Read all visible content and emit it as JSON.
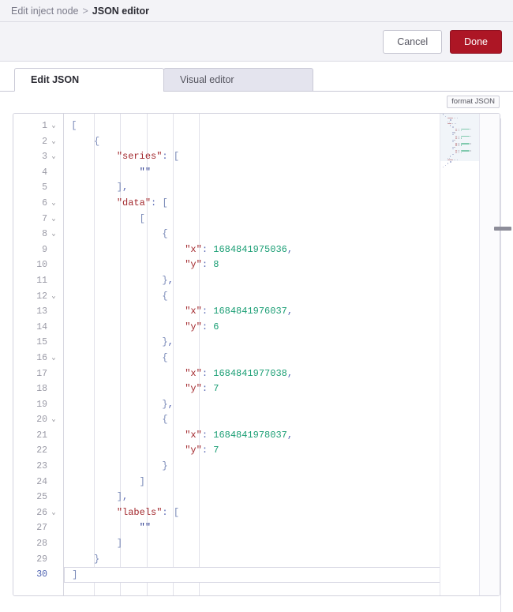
{
  "breadcrumb": {
    "parent": "Edit inject node",
    "separator": ">",
    "current": "JSON editor"
  },
  "buttons": {
    "cancel_label": "Cancel",
    "done_label": "Done",
    "done_color": "#AD1625"
  },
  "tabs": [
    {
      "label": "Edit JSON",
      "active": true
    },
    {
      "label": "Visual editor",
      "active": false
    }
  ],
  "toolbar": {
    "format_label": "format JSON"
  },
  "editor": {
    "active_line": 30,
    "total_lines": 30,
    "fold_lines": [
      1,
      2,
      3,
      6,
      7,
      8,
      12,
      16,
      20,
      26
    ],
    "fold_glyph": "⌄",
    "lines": [
      {
        "n": 1,
        "indent": 0,
        "tokens": [
          {
            "t": "brace",
            "v": "["
          }
        ]
      },
      {
        "n": 2,
        "indent": 1,
        "tokens": [
          {
            "t": "brace",
            "v": "{"
          }
        ]
      },
      {
        "n": 3,
        "indent": 2,
        "tokens": [
          {
            "t": "key",
            "v": "\"series\""
          },
          {
            "t": "punct",
            "v": ":"
          },
          {
            "t": "plain",
            "v": " "
          },
          {
            "t": "brace",
            "v": "["
          }
        ]
      },
      {
        "n": 4,
        "indent": 3,
        "tokens": [
          {
            "t": "str",
            "v": "\"\""
          }
        ]
      },
      {
        "n": 5,
        "indent": 2,
        "tokens": [
          {
            "t": "brace",
            "v": "]"
          },
          {
            "t": "punct",
            "v": ","
          }
        ]
      },
      {
        "n": 6,
        "indent": 2,
        "tokens": [
          {
            "t": "key",
            "v": "\"data\""
          },
          {
            "t": "punct",
            "v": ":"
          },
          {
            "t": "plain",
            "v": " "
          },
          {
            "t": "brace",
            "v": "["
          }
        ]
      },
      {
        "n": 7,
        "indent": 3,
        "tokens": [
          {
            "t": "brace",
            "v": "["
          }
        ]
      },
      {
        "n": 8,
        "indent": 4,
        "tokens": [
          {
            "t": "brace",
            "v": "{"
          }
        ]
      },
      {
        "n": 9,
        "indent": 5,
        "tokens": [
          {
            "t": "key",
            "v": "\"x\""
          },
          {
            "t": "punct",
            "v": ":"
          },
          {
            "t": "plain",
            "v": " "
          },
          {
            "t": "num",
            "v": "1684841975036"
          },
          {
            "t": "punct",
            "v": ","
          }
        ]
      },
      {
        "n": 10,
        "indent": 5,
        "tokens": [
          {
            "t": "key",
            "v": "\"y\""
          },
          {
            "t": "punct",
            "v": ":"
          },
          {
            "t": "plain",
            "v": " "
          },
          {
            "t": "num",
            "v": "8"
          }
        ]
      },
      {
        "n": 11,
        "indent": 4,
        "tokens": [
          {
            "t": "brace",
            "v": "}"
          },
          {
            "t": "punct",
            "v": ","
          }
        ]
      },
      {
        "n": 12,
        "indent": 4,
        "tokens": [
          {
            "t": "brace",
            "v": "{"
          }
        ]
      },
      {
        "n": 13,
        "indent": 5,
        "tokens": [
          {
            "t": "key",
            "v": "\"x\""
          },
          {
            "t": "punct",
            "v": ":"
          },
          {
            "t": "plain",
            "v": " "
          },
          {
            "t": "num",
            "v": "1684841976037"
          },
          {
            "t": "punct",
            "v": ","
          }
        ]
      },
      {
        "n": 14,
        "indent": 5,
        "tokens": [
          {
            "t": "key",
            "v": "\"y\""
          },
          {
            "t": "punct",
            "v": ":"
          },
          {
            "t": "plain",
            "v": " "
          },
          {
            "t": "num",
            "v": "6"
          }
        ]
      },
      {
        "n": 15,
        "indent": 4,
        "tokens": [
          {
            "t": "brace",
            "v": "}"
          },
          {
            "t": "punct",
            "v": ","
          }
        ]
      },
      {
        "n": 16,
        "indent": 4,
        "tokens": [
          {
            "t": "brace",
            "v": "{"
          }
        ]
      },
      {
        "n": 17,
        "indent": 5,
        "tokens": [
          {
            "t": "key",
            "v": "\"x\""
          },
          {
            "t": "punct",
            "v": ":"
          },
          {
            "t": "plain",
            "v": " "
          },
          {
            "t": "num",
            "v": "1684841977038"
          },
          {
            "t": "punct",
            "v": ","
          }
        ]
      },
      {
        "n": 18,
        "indent": 5,
        "tokens": [
          {
            "t": "key",
            "v": "\"y\""
          },
          {
            "t": "punct",
            "v": ":"
          },
          {
            "t": "plain",
            "v": " "
          },
          {
            "t": "num",
            "v": "7"
          }
        ]
      },
      {
        "n": 19,
        "indent": 4,
        "tokens": [
          {
            "t": "brace",
            "v": "}"
          },
          {
            "t": "punct",
            "v": ","
          }
        ]
      },
      {
        "n": 20,
        "indent": 4,
        "tokens": [
          {
            "t": "brace",
            "v": "{"
          }
        ]
      },
      {
        "n": 21,
        "indent": 5,
        "tokens": [
          {
            "t": "key",
            "v": "\"x\""
          },
          {
            "t": "punct",
            "v": ":"
          },
          {
            "t": "plain",
            "v": " "
          },
          {
            "t": "num",
            "v": "1684841978037"
          },
          {
            "t": "punct",
            "v": ","
          }
        ]
      },
      {
        "n": 22,
        "indent": 5,
        "tokens": [
          {
            "t": "key",
            "v": "\"y\""
          },
          {
            "t": "punct",
            "v": ":"
          },
          {
            "t": "plain",
            "v": " "
          },
          {
            "t": "num",
            "v": "7"
          }
        ]
      },
      {
        "n": 23,
        "indent": 4,
        "tokens": [
          {
            "t": "brace",
            "v": "}"
          }
        ]
      },
      {
        "n": 24,
        "indent": 3,
        "tokens": [
          {
            "t": "brace",
            "v": "]"
          }
        ]
      },
      {
        "n": 25,
        "indent": 2,
        "tokens": [
          {
            "t": "brace",
            "v": "]"
          },
          {
            "t": "punct",
            "v": ","
          }
        ]
      },
      {
        "n": 26,
        "indent": 2,
        "tokens": [
          {
            "t": "key",
            "v": "\"labels\""
          },
          {
            "t": "punct",
            "v": ":"
          },
          {
            "t": "plain",
            "v": " "
          },
          {
            "t": "brace",
            "v": "["
          }
        ]
      },
      {
        "n": 27,
        "indent": 3,
        "tokens": [
          {
            "t": "str",
            "v": "\"\""
          }
        ]
      },
      {
        "n": 28,
        "indent": 2,
        "tokens": [
          {
            "t": "brace",
            "v": "]"
          }
        ]
      },
      {
        "n": 29,
        "indent": 1,
        "tokens": [
          {
            "t": "brace",
            "v": "}"
          }
        ]
      },
      {
        "n": 30,
        "indent": 0,
        "tokens": [
          {
            "t": "brace",
            "v": "]"
          }
        ]
      }
    ]
  },
  "json_content": {
    "series": [
      ""
    ],
    "data": [
      [
        {
          "x": 1684841975036,
          "y": 8
        },
        {
          "x": 1684841976037,
          "y": 6
        },
        {
          "x": 1684841977038,
          "y": 7
        },
        {
          "x": 1684841978037,
          "y": 7
        }
      ]
    ],
    "labels": [
      ""
    ]
  },
  "colors": {
    "accent": "#AD1625",
    "header_bg": "#f3f3f7",
    "tab_inactive_bg": "#e4e4ee",
    "key": "#a3292e",
    "string": "#2b3a8f",
    "number": "#1a9e74",
    "bracket": "#7a8ab8"
  }
}
